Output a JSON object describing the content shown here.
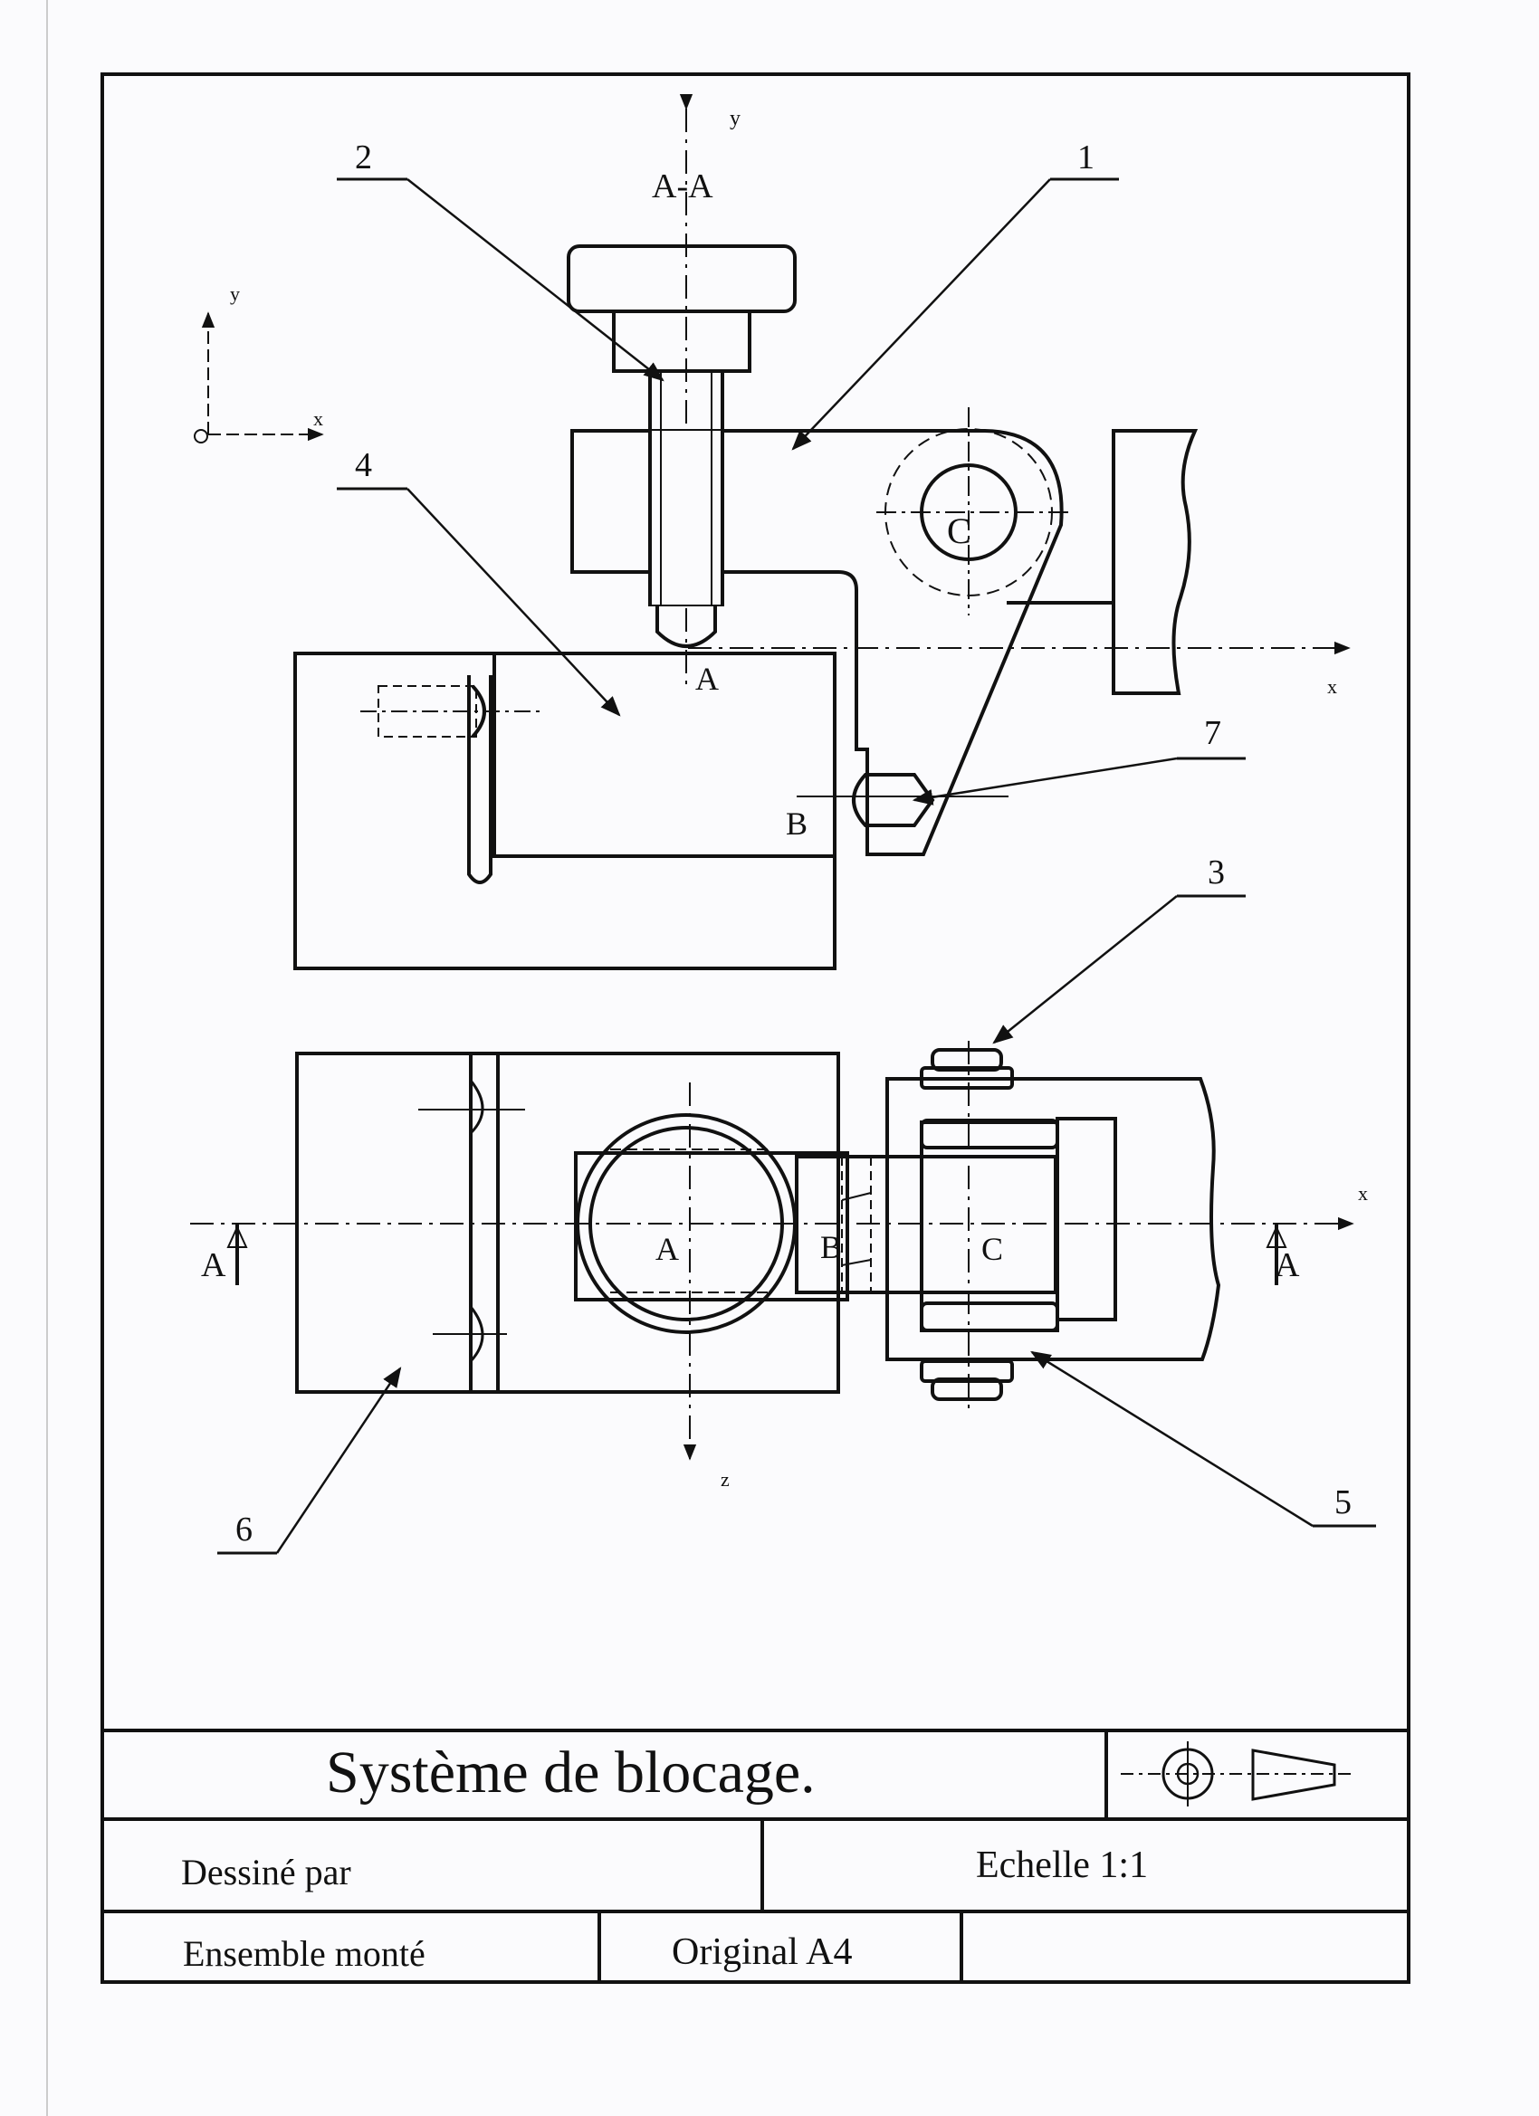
{
  "title_block": {
    "title": "Système de blocage.",
    "drawn_by": "Dessiné par",
    "scale": "Echelle 1:1",
    "sheet_type": "Ensemble monté",
    "format": "Original A4",
    "projection_symbol": "first-angle-projection-symbol"
  },
  "section_view": {
    "section_label": "A-A",
    "axis_y": "y",
    "axis_x": "x",
    "point_a": "A",
    "point_b": "B",
    "point_c": "C"
  },
  "top_view": {
    "axis_x": "x",
    "axis_z": "z",
    "point_a": "A",
    "point_b": "B",
    "point_c": "C",
    "section_mark_left": "A",
    "section_mark_right": "A"
  },
  "frame_axes": {
    "y": "y",
    "x": "x"
  },
  "part_numbers": {
    "p1": "1",
    "p2": "2",
    "p3": "3",
    "p4": "4",
    "p5": "5",
    "p6": "6",
    "p7": "7"
  }
}
